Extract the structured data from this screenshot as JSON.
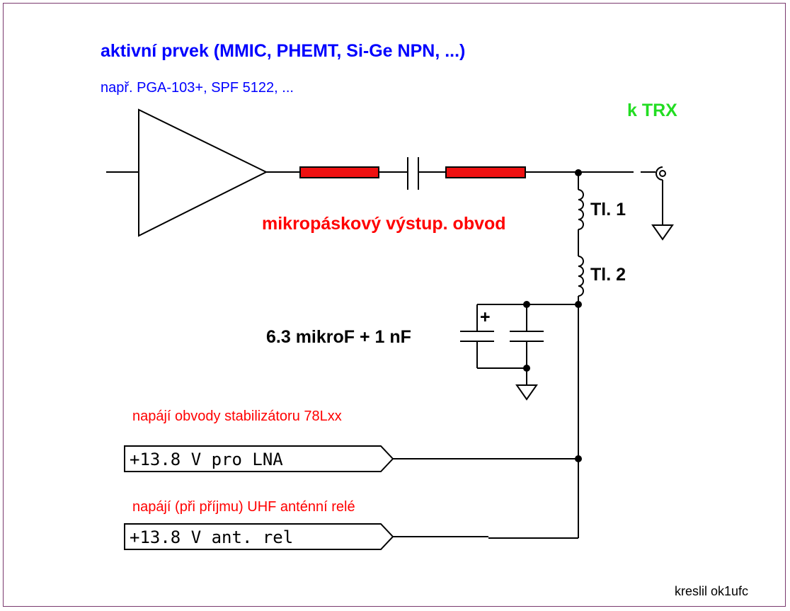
{
  "colors": {
    "blue": "#0000ff",
    "red": "#ff0000",
    "green": "#22dd22",
    "black": "#000000",
    "microstrip_fill": "#ee1111",
    "frame": "#7a3a6e"
  },
  "labels": {
    "title": "aktivní prvek (MMIC, PHEMT, Si-Ge NPN, ...)",
    "subtitle": "např. PGA-103+, SPF 5122, ...",
    "to_trx": "k TRX",
    "microstrip": "mikropáskový výstup. obvod",
    "tl1": "Tl. 1",
    "tl2": "Tl. 2",
    "capacitors": "6.3 mikroF + 1 nF",
    "polarity": "+",
    "note_lna": "napájí obvody stabilizátoru 78Lxx",
    "note_relay": "napájí (při příjmu) UHF anténní relé",
    "supply_lna": "+13.8 V pro LNA",
    "supply_relay": "+13.8 V ant. rel",
    "author": "kreslil ok1ufc"
  }
}
